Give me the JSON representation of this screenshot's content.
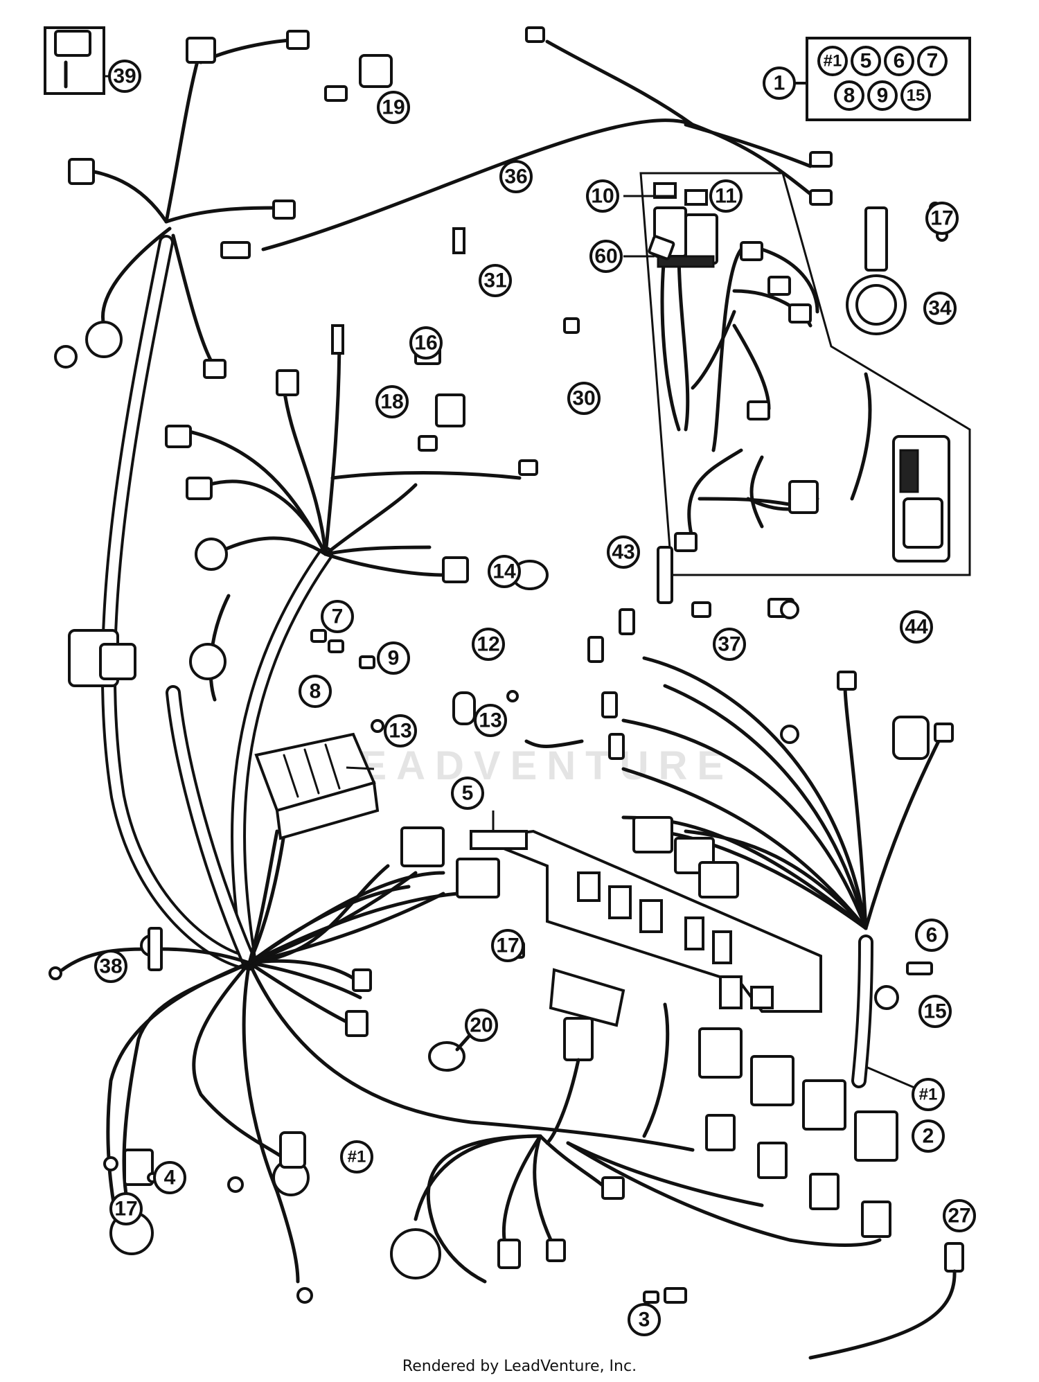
{
  "watermark": "LEADVENTURE",
  "footer": "Rendered by LeadVenture, Inc.",
  "callout_labels": {
    "kit": "1",
    "kit_1": "#1",
    "kit_5": "5",
    "kit_6": "6",
    "kit_7": "7",
    "kit_8": "8",
    "kit_9": "9",
    "kit_15": "15",
    "c39": "39",
    "c19": "19",
    "c36": "36",
    "c10": "10",
    "c11": "11",
    "c60": "60",
    "c17a": "17",
    "c34": "34",
    "c31": "31",
    "c16": "16",
    "c18": "18",
    "c30": "30",
    "c14": "14",
    "c43": "43",
    "c7": "7",
    "c9": "9",
    "c8": "8",
    "c12": "12",
    "c13a": "13",
    "c13b": "13",
    "c44": "44",
    "c37": "37",
    "c5": "5",
    "c6": "6",
    "c15": "15",
    "c17b": "17",
    "c38": "38",
    "c20": "20",
    "c1a": "#1",
    "c2": "2",
    "c1b": "#1",
    "c4": "4",
    "c17c": "17",
    "c27": "27",
    "c3": "3"
  }
}
